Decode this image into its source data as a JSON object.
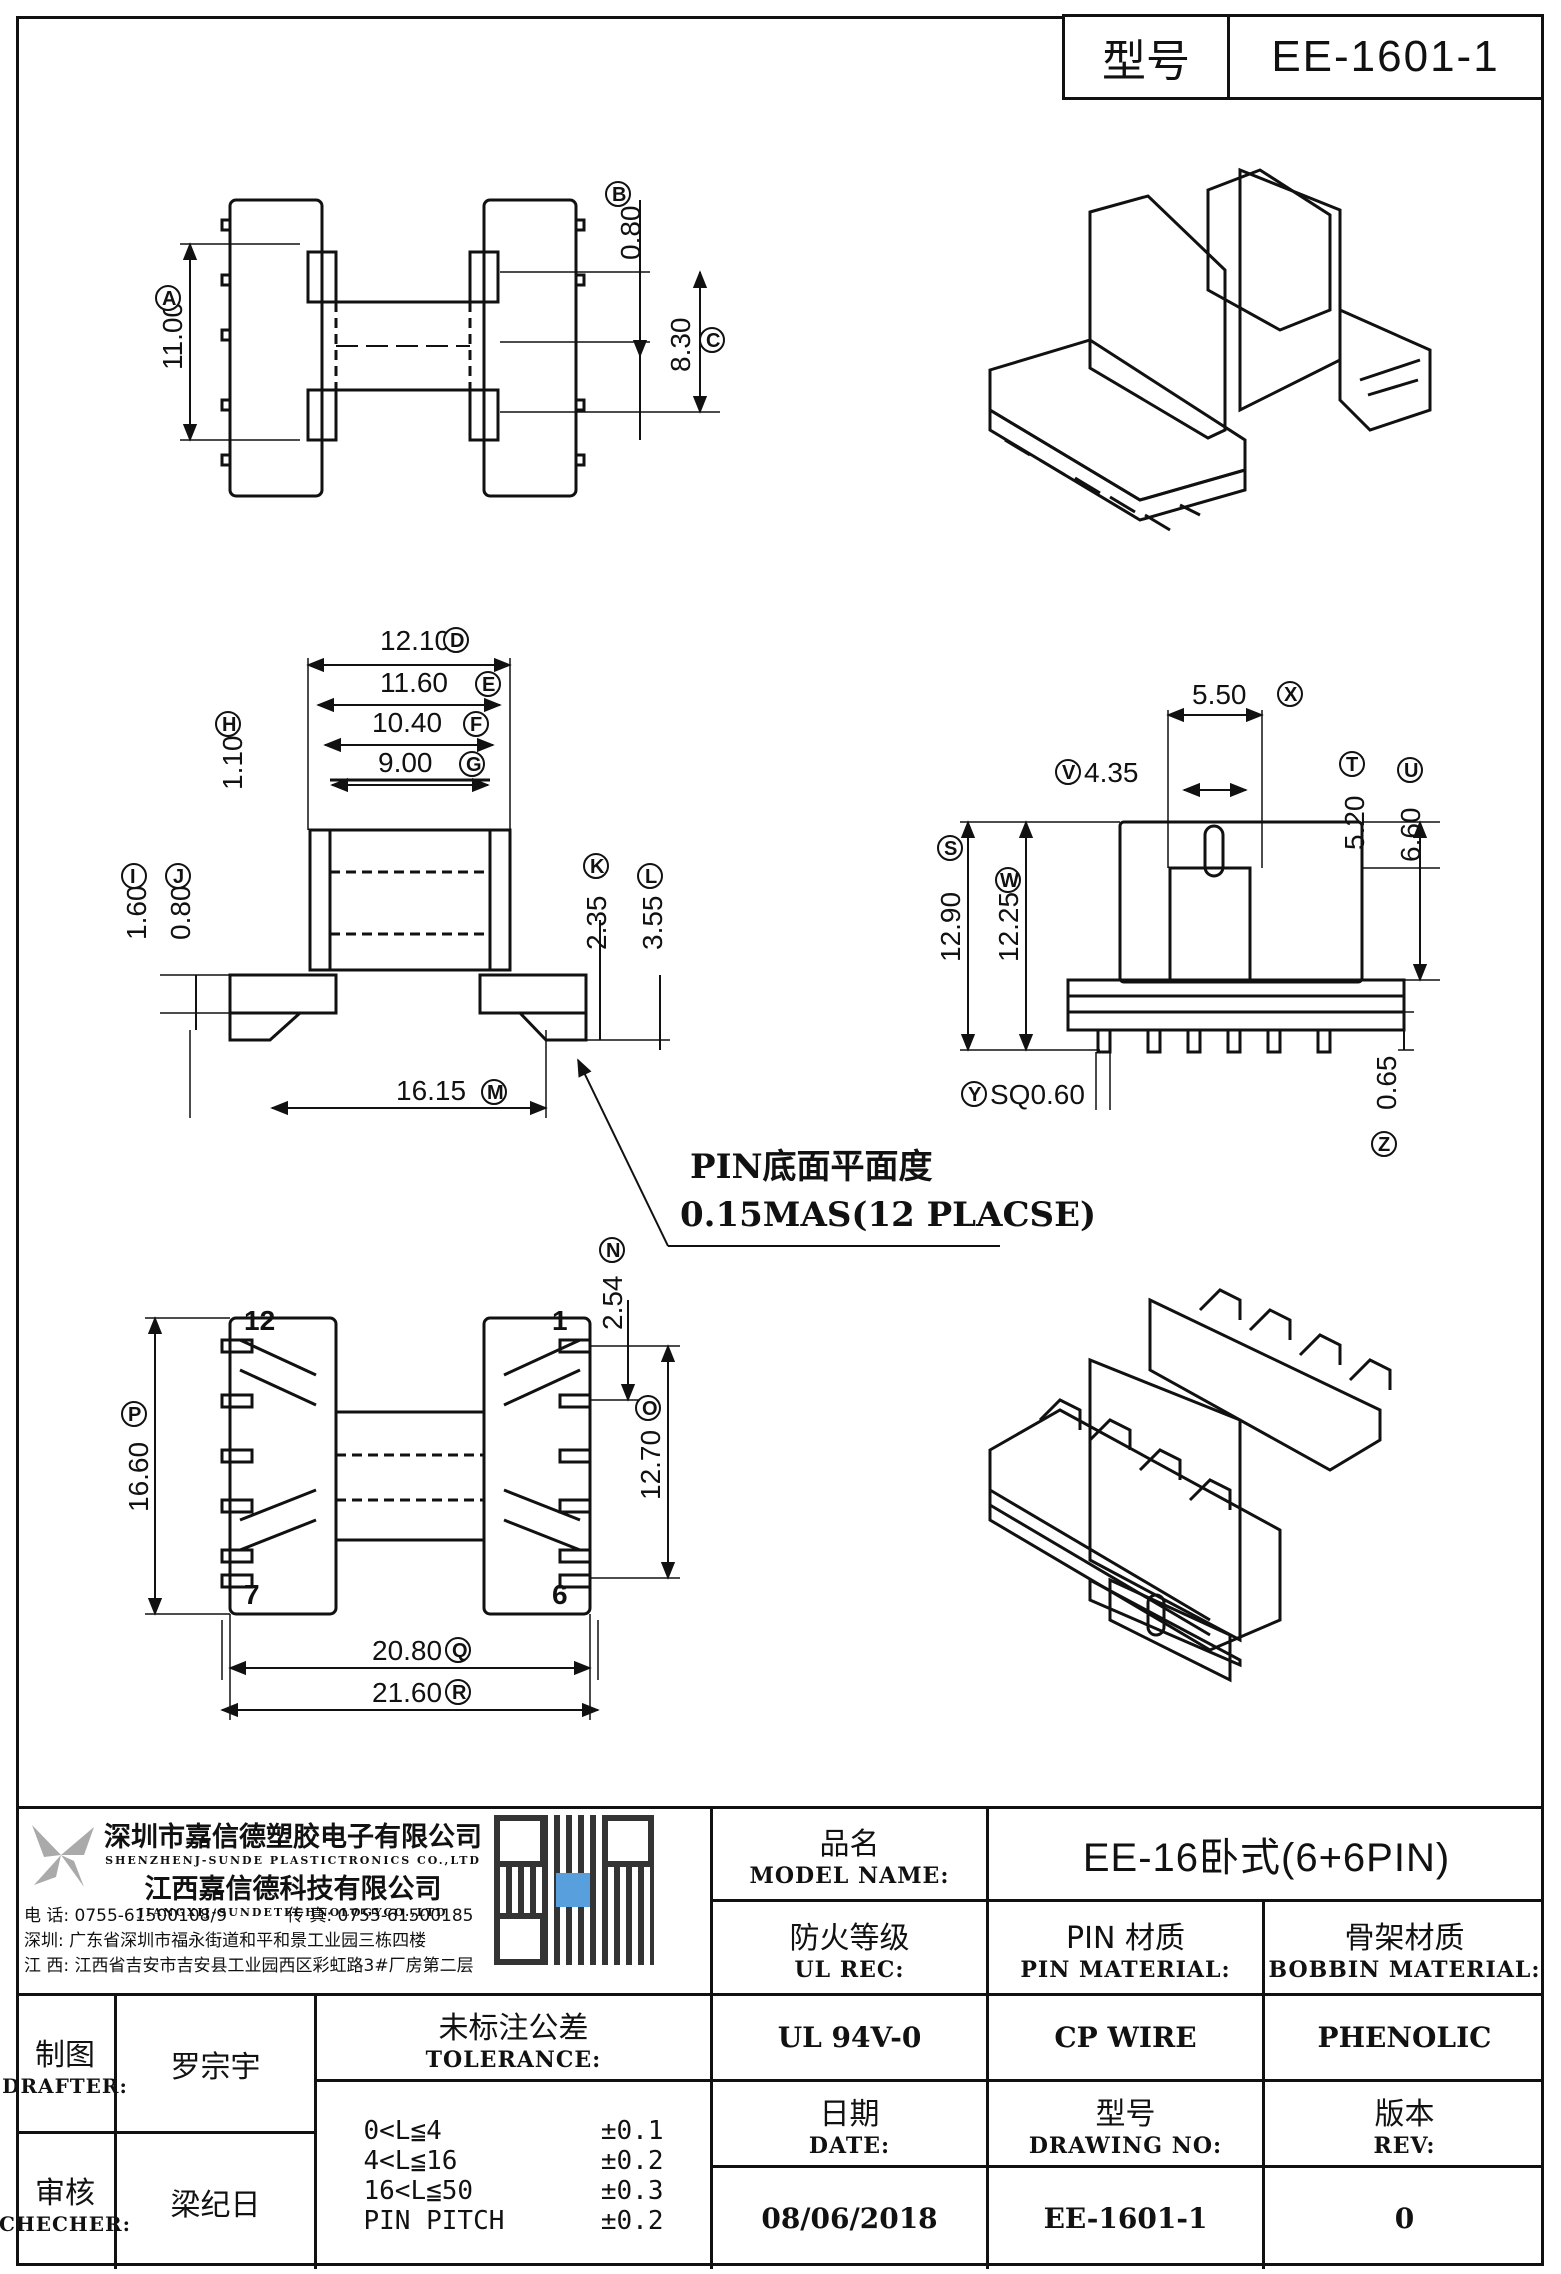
{
  "header": {
    "model_label": "型号",
    "model_value": "EE-1601-1"
  },
  "top_view": {
    "dims": [
      "0.80",
      "11.00",
      "8.30"
    ],
    "circles": [
      "B",
      "A",
      "C"
    ]
  },
  "side_view": {
    "dims": [
      "12.10",
      "11.60",
      "10.40",
      "9.00",
      "1.10",
      "1.60",
      "0.80",
      "2.35",
      "3.55",
      "16.15"
    ],
    "circles": [
      "D",
      "E",
      "F",
      "G",
      "H",
      "I",
      "J",
      "K",
      "L",
      "M"
    ]
  },
  "front_view": {
    "dims": [
      "5.50",
      "4.35",
      "5.20",
      "6.60",
      "12.90",
      "12.25",
      "SQ0.60",
      "0.65"
    ],
    "circles": [
      "X",
      "V",
      "T",
      "U",
      "S",
      "W",
      "Y",
      "Z"
    ]
  },
  "note": {
    "line1": "PIN底面平面度",
    "line2": "0.15MAS(12 PLACSE)"
  },
  "bottom_view": {
    "dims": [
      "2.54",
      "16.60",
      "12.70",
      "20.80",
      "21.60"
    ],
    "circles": [
      "N",
      "P",
      "O",
      "Q",
      "R"
    ],
    "pins": [
      "12",
      "1",
      "7",
      "6"
    ]
  },
  "company": {
    "name_sz": "深圳市嘉信德塑胶电子有限公司",
    "name_sz_en": "SHENZHENJ-SUNDE PLASTICTRONICS CO.,LTD",
    "name_jx": "江西嘉信德科技有限公司",
    "name_jx_en": "JIANGXIJ-SUNDETECHNOLOGYCO.,LTD",
    "tel": "电 话: 0755-61500108/9",
    "fax": "传 真: 0755-61500185",
    "addr_sz": "深圳: 广东省深圳市福永街道和平和景工业园三栋四楼",
    "addr_jx": "江 西: 江西省吉安市吉安县工业园西区彩虹路3#厂房第二层"
  },
  "title_block": {
    "model_name_zh": "品名",
    "model_name_en": "MODEL NAME:",
    "model_name_value": "EE-16卧式(6+6PIN)",
    "ul_zh": "防火等级",
    "ul_en": "UL REC:",
    "ul_value": "UL 94V-0",
    "pin_zh": "PIN 材质",
    "pin_en": "PIN MATERIAL:",
    "pin_value": "CP WIRE",
    "bobbin_zh": "骨架材质",
    "bobbin_en": "BOBBIN MATERIAL:",
    "bobbin_value": "PHENOLIC",
    "drafter_zh": "制图",
    "drafter_en": "DRAFTER:",
    "drafter_value": "罗宗宇",
    "checker_zh": "审核",
    "checker_en": "CHECHER:",
    "checker_value": "梁纪日",
    "tol_zh": "未标注公差",
    "tol_en": "TOLERANCE:",
    "tolerances": [
      {
        "range": "0<L≦4",
        "value": "±0.1"
      },
      {
        "range": "4<L≦16",
        "value": "±0.2"
      },
      {
        "range": "16<L≦50",
        "value": "±0.3"
      },
      {
        "range": "PIN PITCH",
        "value": "±0.2"
      }
    ],
    "date_zh": "日期",
    "date_en": "DATE:",
    "date_value": "08/06/2018",
    "dwg_zh": "型号",
    "dwg_en": "DRAWING NO:",
    "dwg_value": "EE-1601-1",
    "rev_zh": "版本",
    "rev_en": "REV:",
    "rev_value": "0"
  }
}
